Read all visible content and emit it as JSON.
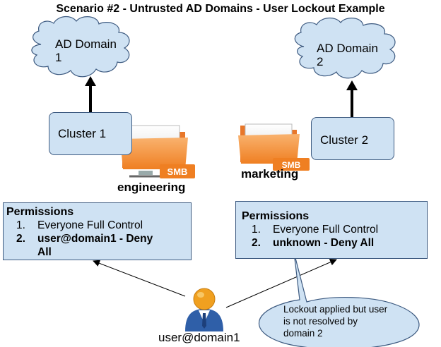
{
  "title": "Scenario #2 - Untrusted AD Domains - User Lockout Example",
  "domains": [
    {
      "line1": "AD Domain",
      "line2": "1"
    },
    {
      "line1": "AD Domain",
      "line2": "2"
    }
  ],
  "clusters": [
    "Cluster 1",
    "Cluster 2"
  ],
  "shares": [
    {
      "name": "engineering",
      "badge": "SMB"
    },
    {
      "name": "marketing",
      "badge": "SMB"
    }
  ],
  "permissions": [
    {
      "heading": "Permissions",
      "items": [
        {
          "num": "1.",
          "text": "Everyone Full Control",
          "bold": false
        },
        {
          "num": "2.",
          "text": "user@domain1 - Deny All",
          "bold": true
        }
      ]
    },
    {
      "heading": "Permissions",
      "items": [
        {
          "num": "1.",
          "text": "Everyone Full Control",
          "bold": false
        },
        {
          "num": "2.",
          "text": "unknown - Deny All",
          "bold": true
        }
      ]
    }
  ],
  "user": {
    "label": "user@domain1"
  },
  "callout": {
    "text": "Lockout applied but user is not resolved by domain 2"
  },
  "colors": {
    "box_fill": "#cfe2f3",
    "box_border": "#3d5a80",
    "folder": "#f4923a",
    "user_head": "#f0a020",
    "user_body": "#2f5fa8"
  }
}
